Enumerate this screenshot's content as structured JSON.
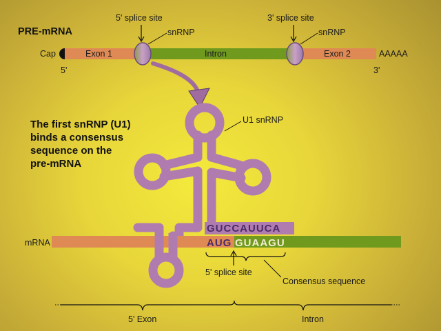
{
  "title": "PRE-mRNA",
  "labels": {
    "splice5": "5' splice site",
    "splice3": "3' splice site",
    "snrnp_left": "snRNP",
    "snrnp_right": "snRNP",
    "cap": "Cap",
    "exon1": "Exon 1",
    "intron": "Intron",
    "exon2": "Exon 2",
    "polyA": "AAAAA",
    "end5": "5'",
    "end3": "3'",
    "u1": "U1 snRNP",
    "mrna": "mRNA",
    "splice5_bottom": "5' splice site",
    "consensus": "Consensus sequence",
    "exon5": "5' Exon",
    "intron_bottom": "Intron"
  },
  "description": [
    "The first snRNP (U1)",
    "binds a consensus",
    "sequence on the",
    "pre-mRNA"
  ],
  "sequences": {
    "u1_top": "GUCCAUUCA",
    "mrna_exon_part": "AUG",
    "mrna_intron_part": "GUAAGU"
  },
  "colors": {
    "exon": "#df8a55",
    "intron": "#6f9a1e",
    "snrnp": "#b07cb0",
    "seq_dark": "#4a2a6a",
    "seq_light": "#f4ecd0"
  }
}
